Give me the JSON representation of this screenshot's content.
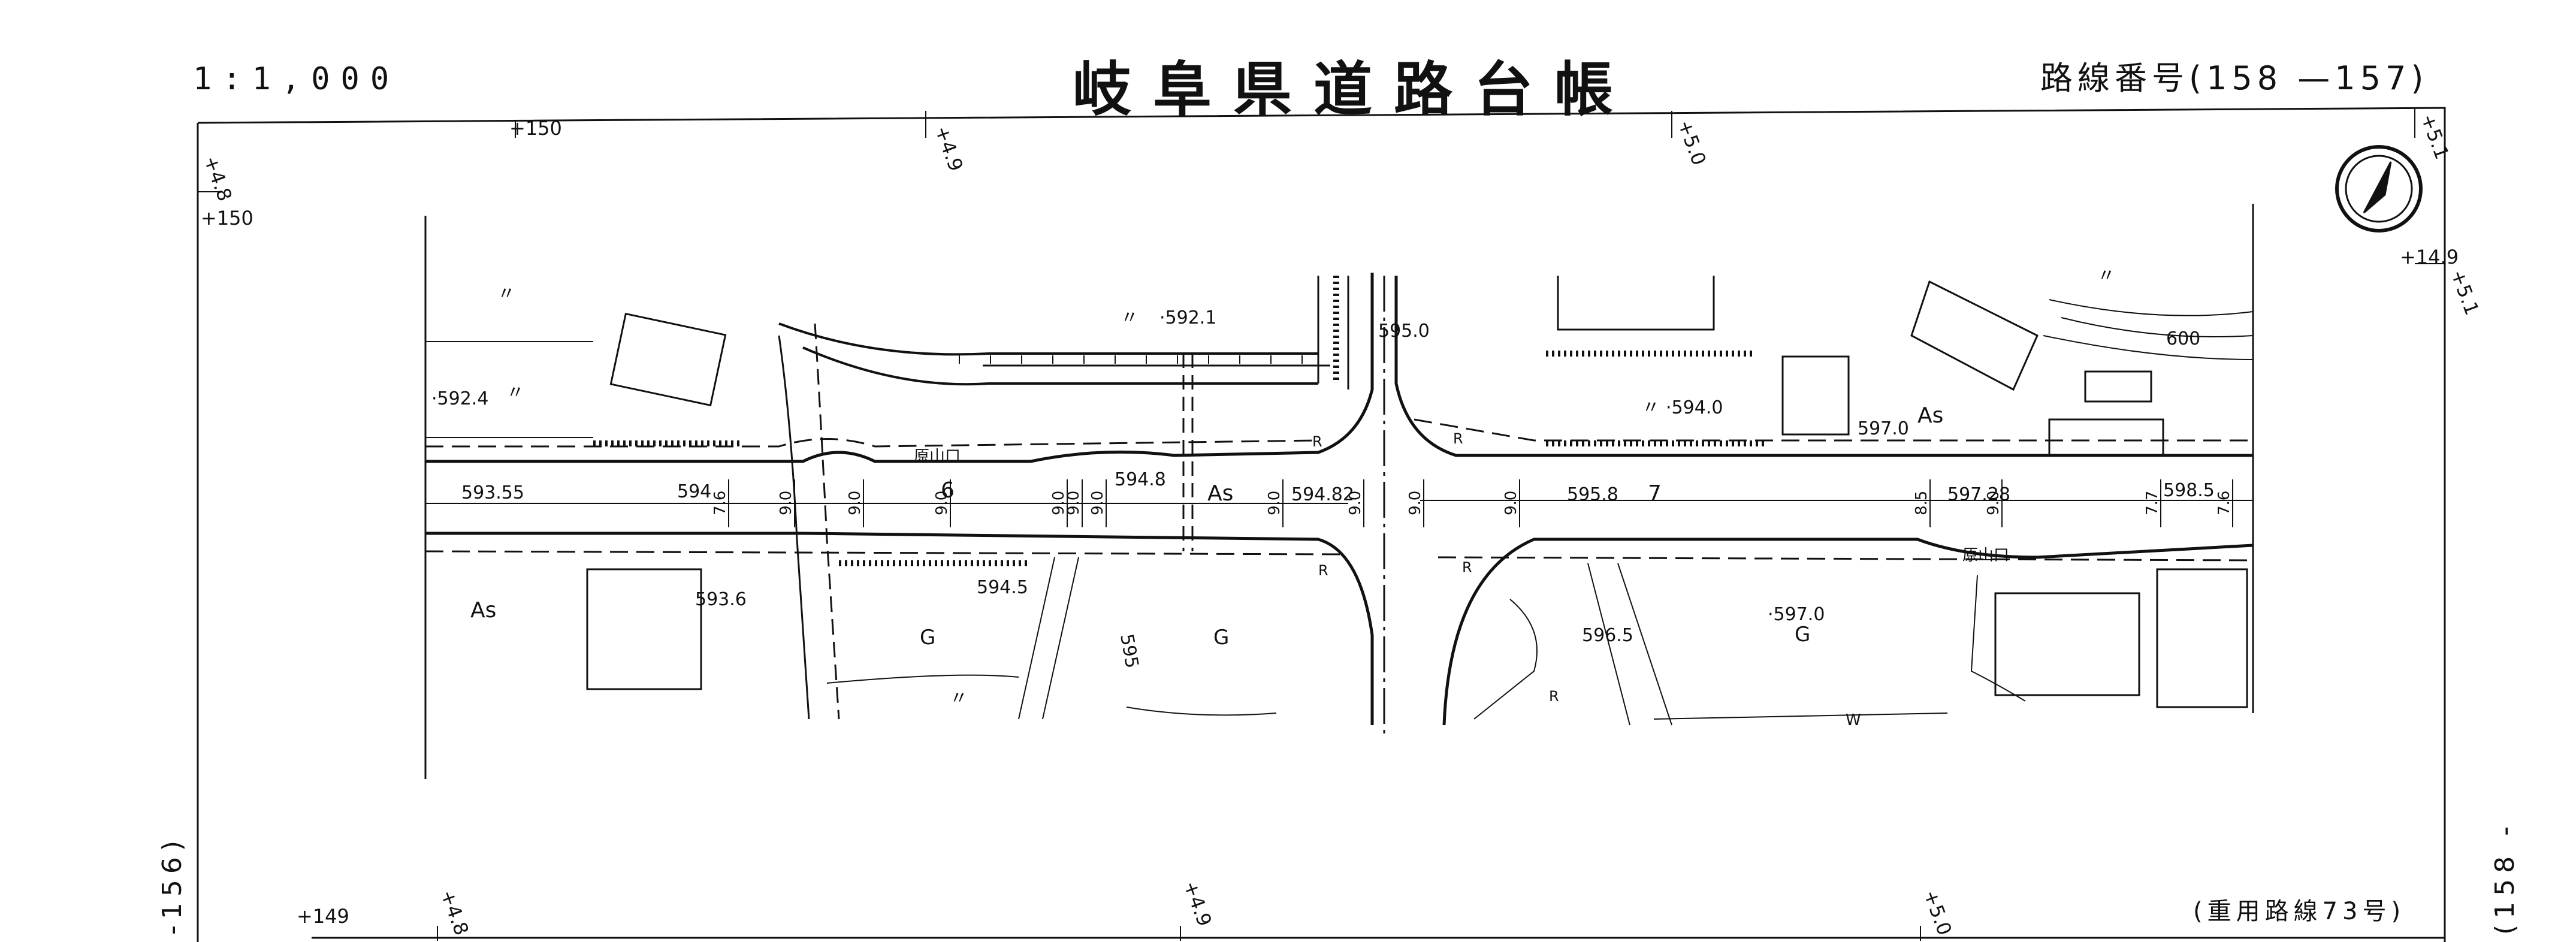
{
  "header": {
    "scale": "1:1,000",
    "title": "岐阜県道路台帳",
    "route_number": "路線番号(158 —157)"
  },
  "footer": {
    "note": "(重用路線73号)"
  },
  "side_refs": {
    "left": "-156)",
    "right": "(158 -"
  },
  "stations": {
    "top_150_left": "+150",
    "top_49": "+4.9",
    "top_50": "+5.0",
    "top_51": "+5.1",
    "left_48": "+4.8",
    "left_150": "+150",
    "right_149": "+14.9",
    "right_51": "+5.1",
    "bottom_149": "+149",
    "bottom_48": "+4.8",
    "bottom_49": "+4.9",
    "bottom_50": "+5.0"
  },
  "map_labels": {
    "elev_5921": "·592.1",
    "elev_5924": "·592.4",
    "elev_5950": "595.0",
    "elev_5940": "·594.0",
    "elev_5970_n": "597.0",
    "elev_59355": "593.55",
    "elev_594": "594",
    "elev_5948": "594.8",
    "elev_59482": "594.82",
    "elev_5958": "595.8",
    "elev_59728": "597.28",
    "elev_5985": "598.5",
    "elev_5936": "593.6",
    "elev_5945": "594.5",
    "elev_5965": "596.5",
    "elev_5970_s": "·597.0",
    "contour_600": "600",
    "contour_595": "595",
    "bus_stop_n": "原山口",
    "bus_stop_s": "原山口",
    "surface_as_road": "As",
    "surface_as_sw": "As",
    "surface_as_ne": "As",
    "ground_g1": "G",
    "ground_g2": "G",
    "ground_g3": "G",
    "lane_6": "6",
    "lane_7": "7",
    "ditto_1": "〃",
    "ditto_2": "〃",
    "ditto_3": "〃",
    "ditto_4": "〃",
    "ditto_5": "〃",
    "ditto_6": "〃",
    "mark_w": "W",
    "mark_r1": "R",
    "mark_r2": "R",
    "mark_r3": "R",
    "mark_r4": "R",
    "mark_r5": "R"
  },
  "width_marks": [
    "7.6",
    "9.0",
    "9.0",
    "9.0",
    "9.0",
    "9.0",
    "9.0",
    "9.0",
    "9.0",
    "9.0",
    "9.0",
    "8.5",
    "9.0",
    "7.7",
    "7.6"
  ],
  "north_arrow": "north-arrow-icon"
}
